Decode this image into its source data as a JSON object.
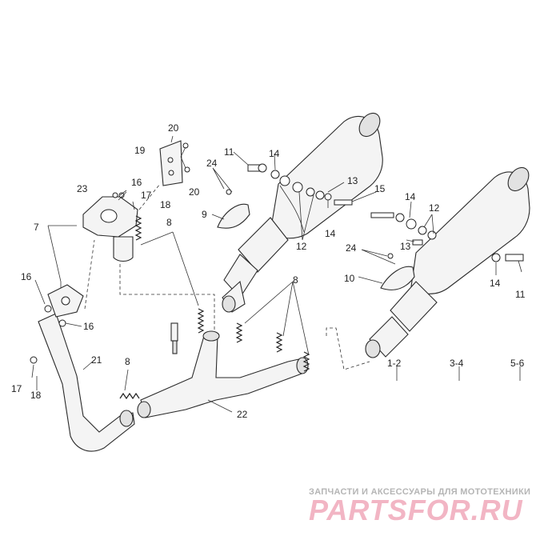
{
  "callouts": {
    "c1_2": "1-2",
    "c3_4": "3-4",
    "c5_6": "5-6",
    "c7": "7",
    "c8_a": "8",
    "c8_b": "8",
    "c8_c": "8",
    "c9": "9",
    "c10": "10",
    "c11_a": "11",
    "c11_b": "11",
    "c12_a": "12",
    "c12_b": "12",
    "c13_a": "13",
    "c13_b": "13",
    "c14_a": "14",
    "c14_b": "14",
    "c14_c": "14",
    "c14_d": "14",
    "c15": "15",
    "c16_a": "16",
    "c16_b": "16",
    "c16_c": "16",
    "c17_a": "17",
    "c17_b": "17",
    "c18_a": "18",
    "c18_b": "18",
    "c19": "19",
    "c20_a": "20",
    "c20_b": "20",
    "c21": "21",
    "c22": "22",
    "c23": "23",
    "c24_a": "24",
    "c24_b": "24"
  },
  "watermark": {
    "tagline": "ЗАПЧАСТИ И АКСЕССУАРЫ ДЛЯ МОТОТЕХНИКИ",
    "brand": "PARTSFOR.RU",
    "color_tagline": "#b5b5b5",
    "color_brand": "#f2b5c4"
  }
}
